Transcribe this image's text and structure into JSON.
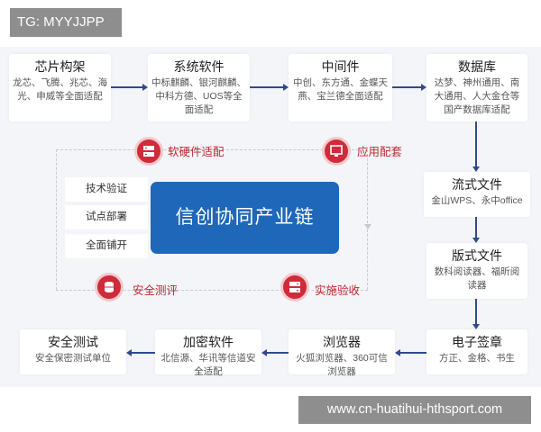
{
  "tag": "TG: MYYJJPP",
  "footer_url": "www.cn-huatihui-hthsport.com",
  "central": "信创协同产业链",
  "top": [
    {
      "title": "芯片构架",
      "desc": "龙芯、飞腾、兆芯、海光、申威等全面适配"
    },
    {
      "title": "系统软件",
      "desc": "中标麒麟、银河麒麟、中科方德、UOS等全面适配"
    },
    {
      "title": "中间件",
      "desc": "中创、东方通、金蝶天燕、宝兰德全面适配"
    },
    {
      "title": "数据库",
      "desc": "达梦、神州通用、南大通用、人大金仓等国产数据库适配"
    }
  ],
  "right": [
    {
      "title": "流式文件",
      "desc": "金山WPS、永中office"
    },
    {
      "title": "版式文件",
      "desc": "数科阅读器、福昕阅读器"
    },
    {
      "title": "电子签章",
      "desc": "方正、金格、书生"
    }
  ],
  "bottom": [
    {
      "title": "浏览器",
      "desc": "火狐浏览器、360可信浏览器"
    },
    {
      "title": "加密软件",
      "desc": "北信源、华讯等信道安全适配"
    },
    {
      "title": "安全测试",
      "desc": "安全保密测试单位"
    }
  ],
  "left_buttons": [
    "技术验证",
    "试点部署",
    "全面铺开"
  ],
  "phases": {
    "hw": "软硬件适配",
    "app": "应用配套",
    "sec": "安全测评",
    "impl": "实施验收"
  },
  "colors": {
    "central": "#1f67b8",
    "accent_red": "#d02b3a",
    "arrow": "#2f4a8c"
  },
  "icons": [
    "server-icon",
    "monitor-icon",
    "database-icon",
    "check-icon"
  ]
}
